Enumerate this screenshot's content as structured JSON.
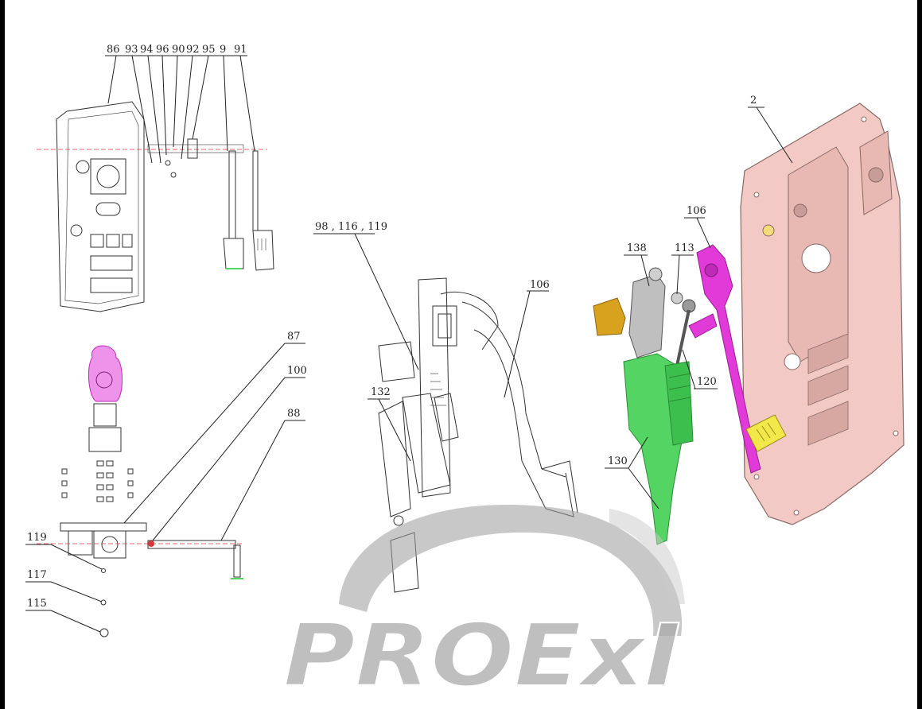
{
  "labels": {
    "l86": "86",
    "l93": "93",
    "l94": "94",
    "l96": "96",
    "l90": "90",
    "l92": "92",
    "l95": "95",
    "l9": "9",
    "l91": "91",
    "l87": "87",
    "l100": "100",
    "l88": "88",
    "l119": "119",
    "l117": "117",
    "l115": "115",
    "l98_116_119": "98 , 116 , 119",
    "l132": "132",
    "l106_mid": "106",
    "l138": "138",
    "l113": "113",
    "l106_right": "106",
    "l120": "120",
    "l130": "130",
    "l2": "2"
  },
  "watermark": {
    "text": "PROExI"
  },
  "colors": {
    "bracket_pink": "#f2c9c4",
    "pedal_magenta": "#e23ad8",
    "cylinder_green": "#54d463",
    "fitting_gold": "#d9a21e",
    "pad_yellow": "#f3e84a",
    "watermark_grey": "#9a9a9a",
    "centerline_red": "#d83a3a"
  }
}
